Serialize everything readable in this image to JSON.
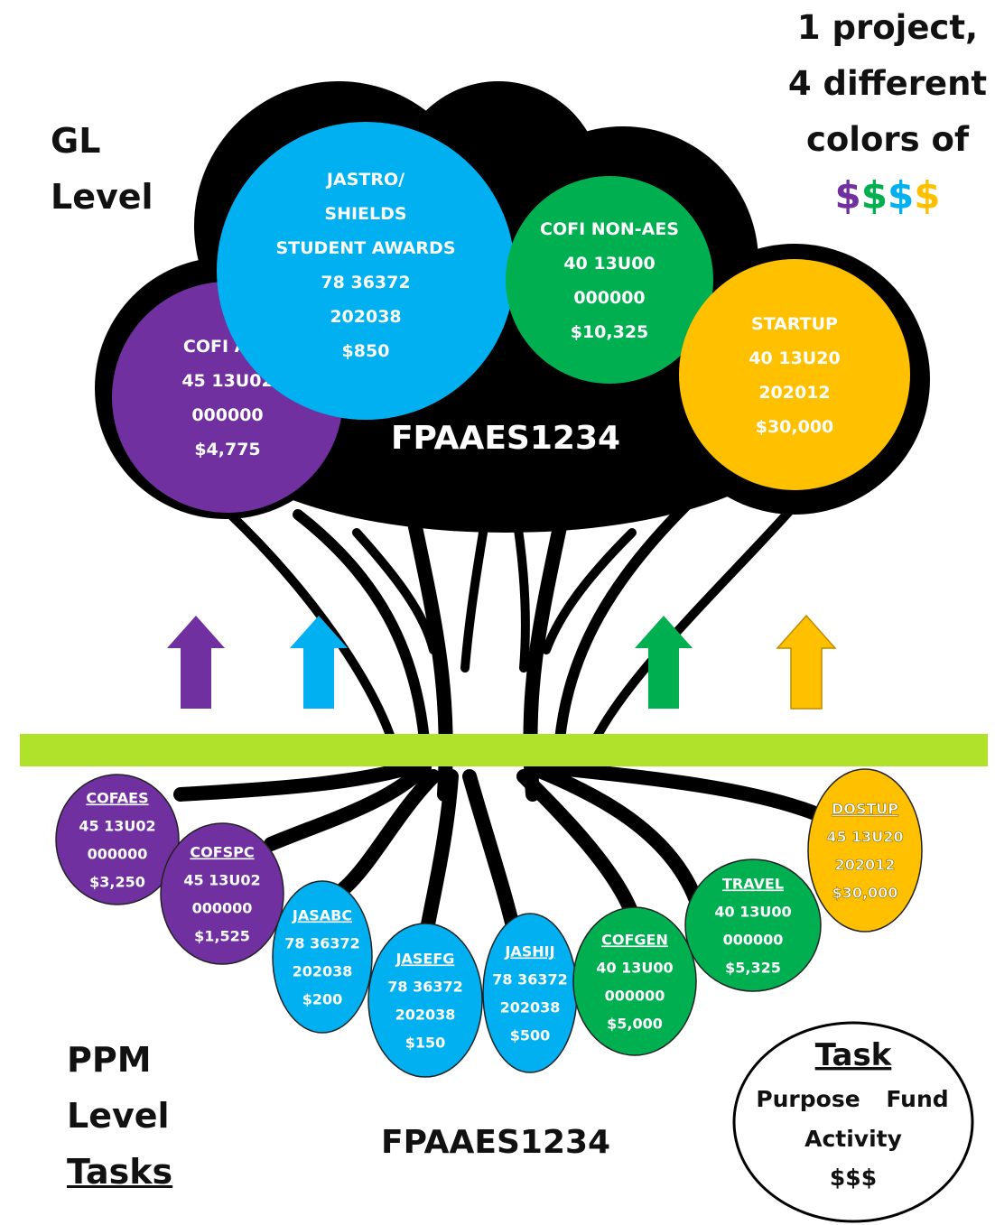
{
  "gl_heading": {
    "line1": "GL",
    "line2": "Level"
  },
  "title": {
    "line1": "1 project,",
    "line2": "4 different",
    "line3": "colors of",
    "dollars": [
      "$",
      "$",
      "$",
      "$"
    ]
  },
  "colors": {
    "purple": "#7030a0",
    "blue": "#00b0f0",
    "green": "#00b050",
    "gold": "#ffc000",
    "lime": "#b1e22b",
    "black": "#000000"
  },
  "project_id_top": "FPAAES1234",
  "project_id_bottom": "FPAAES1234",
  "gl_funds": [
    {
      "color": "#7030a0",
      "lines": [
        "COFI AES",
        "45 13U02",
        "000000",
        "$4,775"
      ]
    },
    {
      "color": "#00b0f0",
      "lines": [
        "JASTRO/",
        "SHIELDS",
        "STUDENT AWARDS",
        "78 36372",
        "202038",
        "$850"
      ]
    },
    {
      "color": "#00b050",
      "lines": [
        "COFI NON-AES",
        "40 13U00",
        "000000",
        "$10,325"
      ]
    },
    {
      "color": "#ffc000",
      "lines": [
        "STARTUP",
        "40 13U20",
        "202012",
        "$30,000"
      ]
    }
  ],
  "ppm_heading": {
    "line1": "PPM",
    "line2": "Level",
    "line3": "Tasks"
  },
  "tasks": [
    {
      "name": "COFAES",
      "fund": "45 13U02",
      "activity": "000000",
      "amount": "$3,250",
      "color": "#7030a0"
    },
    {
      "name": "COFSPC",
      "fund": "45 13U02",
      "activity": "000000",
      "amount": "$1,525",
      "color": "#7030a0"
    },
    {
      "name": "JASABC",
      "fund": "78 36372",
      "activity": "202038",
      "amount": "$200",
      "color": "#00b0f0"
    },
    {
      "name": "JASEFG",
      "fund": "78 36372",
      "activity": "202038",
      "amount": "$150",
      "color": "#00b0f0"
    },
    {
      "name": "JASHIJ",
      "fund": "78 36372",
      "activity": "202038",
      "amount": "$500",
      "color": "#00b0f0"
    },
    {
      "name": "COFGEN",
      "fund": "40 13U00",
      "activity": "000000",
      "amount": "$5,000",
      "color": "#00b050"
    },
    {
      "name": "TRAVEL",
      "fund": "40 13U00",
      "activity": "000000",
      "amount": "$5,325",
      "color": "#00b050"
    },
    {
      "name": "DOSTUP",
      "fund": "45 13U20",
      "activity": "202012",
      "amount": "$30,000",
      "color": "#ffc000"
    }
  ],
  "legend": {
    "title": "Task",
    "purpose": "Purpose",
    "fund": "Fund",
    "activity": "Activity",
    "amount": "$$$"
  },
  "arrows": [
    {
      "color": "#7030a0"
    },
    {
      "color": "#00b0f0"
    },
    {
      "color": "#00b050"
    },
    {
      "color": "#ffc000"
    }
  ]
}
